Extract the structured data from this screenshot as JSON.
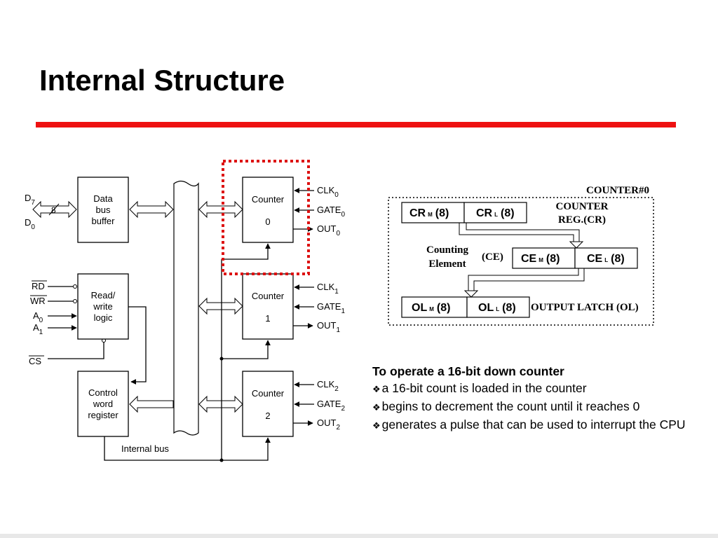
{
  "slide": {
    "title": "Internal Structure",
    "accent_color": "#ee1111"
  },
  "left_diagram": {
    "pins": {
      "d7": "D",
      "d7_sub": "7",
      "d0": "D",
      "d0_sub": "0",
      "bus_width": "8",
      "rd": "RD",
      "wr": "WR",
      "a0": "A",
      "a0_sub": "0",
      "a1": "A",
      "a1_sub": "1",
      "cs": "CS"
    },
    "blocks": {
      "data_bus_buffer": [
        "Data",
        "bus",
        "buffer"
      ],
      "read_write_logic": [
        "Read/",
        "write",
        "logic"
      ],
      "control_word_register": [
        "Control",
        "word",
        "register"
      ],
      "counter0": [
        "Counter",
        "0"
      ],
      "counter1": [
        "Counter",
        "1"
      ],
      "counter2": [
        "Counter",
        "2"
      ]
    },
    "counter_pins": {
      "clk": "CLK",
      "gate": "GATE",
      "out": "OUT",
      "sub0": "0",
      "sub1": "1",
      "sub2": "2"
    },
    "internal_bus": "Internal bus",
    "highlight_color": "#dd1111"
  },
  "right_diagram": {
    "counter_label": "COUNTER#0",
    "counter_reg": [
      "COUNTER",
      "REG.(CR)"
    ],
    "counting_element": [
      "Counting",
      "Element"
    ],
    "ce_abbr": "(CE)",
    "output_latch": "OUTPUT LATCH (OL)",
    "cr_m": "CR",
    "cr_l": "CR",
    "ce_m": "CE",
    "ce_l": "CE",
    "ol_m": "OL",
    "ol_l": "OL",
    "sub_m": "M",
    "sub_l": "L",
    "byte": "(8)"
  },
  "description": {
    "heading": "To operate a 16-bit down counter",
    "bullets": [
      "a 16-bit count is loaded in the counter",
      "begins to decrement the count until it reaches 0",
      "generates a pulse that can be used to interrupt the CPU"
    ]
  }
}
